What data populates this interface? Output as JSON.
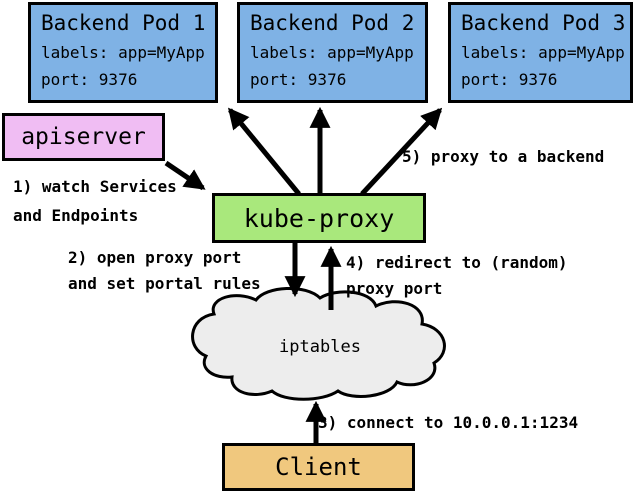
{
  "diagram": {
    "pods": [
      {
        "title": "Backend Pod 1",
        "labels_line": "labels: app=MyApp",
        "port_line": "port: 9376"
      },
      {
        "title": "Backend Pod 2",
        "labels_line": "labels: app=MyApp",
        "port_line": "port: 9376"
      },
      {
        "title": "Backend Pod 3",
        "labels_line": "labels: app=MyApp",
        "port_line": "port: 9376"
      }
    ],
    "apiserver_label": "apiserver",
    "kube_proxy_label": "kube-proxy",
    "cloud_label": "iptables",
    "client_label": "Client",
    "annotations": {
      "step1_line1": "1) watch Services",
      "step1_line2": "and Endpoints",
      "step2_line1": "2) open proxy port",
      "step2_line2": "and set portal rules",
      "step3": "3) connect to 10.0.0.1:1234",
      "step4_line1": "4) redirect to (random)",
      "step4_line2": "proxy port",
      "step5": "5) proxy to a backend"
    },
    "colors": {
      "pod_fill": "#7FB2E5",
      "apiserver_fill": "#F0BDF3",
      "kube_proxy_fill": "#A9E87C",
      "cloud_fill": "#EDEDED",
      "client_fill": "#F0C87E",
      "line_color": "#000000",
      "background": "#FFFFFF"
    }
  }
}
